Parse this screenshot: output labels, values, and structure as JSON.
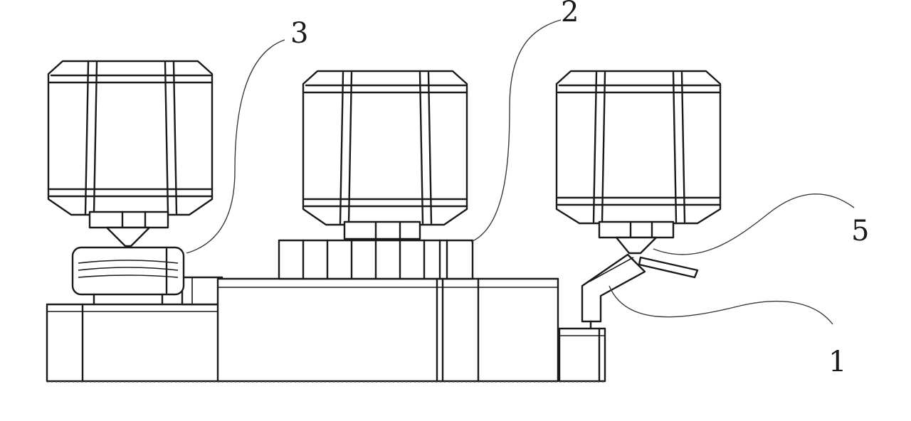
{
  "labels": {
    "label_1": "1",
    "label_2": "2",
    "label_3": "3",
    "label_5": "5"
  },
  "colors": {
    "line": "#1a1a1a",
    "background": "#ffffff"
  }
}
